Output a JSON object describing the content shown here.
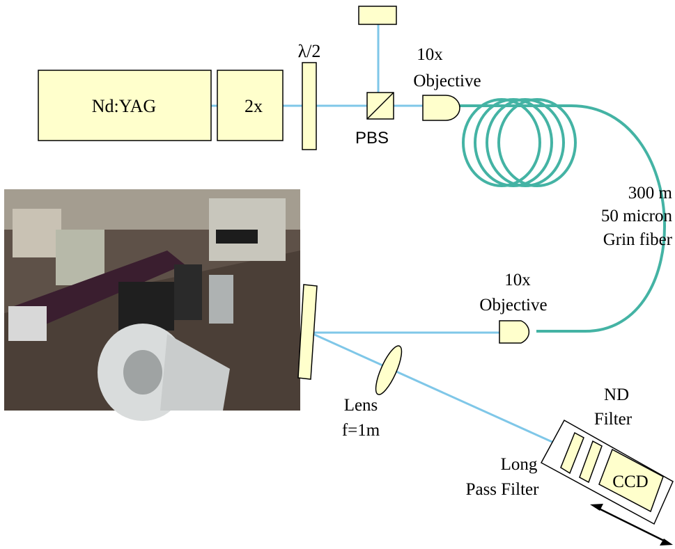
{
  "colors": {
    "component_fill": "#ffffcc",
    "beam": "#7fc7e8",
    "fiber": "#44b3a4",
    "outline": "#000000"
  },
  "components": {
    "laser": "Nd:YAG",
    "doubler": "2x",
    "waveplate": "λ/2",
    "pbs": "PBS",
    "objective_in": [
      "10x",
      "Objective"
    ],
    "fiber": [
      "300 m",
      "50 micron",
      "Grin fiber"
    ],
    "objective_out": [
      "10x",
      "Objective"
    ],
    "lens": [
      "Lens",
      "f=1m"
    ],
    "nd_filter": [
      "ND",
      "Filter"
    ],
    "long_pass": [
      "Long",
      "Pass Filter"
    ],
    "ccd": "CCD"
  }
}
